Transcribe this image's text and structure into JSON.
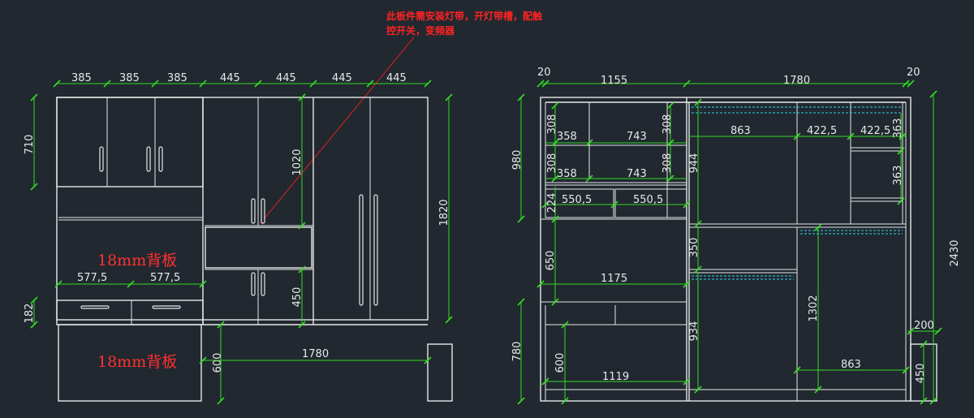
{
  "annotation": {
    "note_line1": "此板件需安装灯带，开灯带槽，配触",
    "note_line2": "控开关，变频器",
    "back_panel_label": "18mm背板"
  },
  "front_view": {
    "top_widths": [
      "385",
      "385",
      "385",
      "445",
      "445",
      "445",
      "445"
    ],
    "height_upper": "710",
    "height_total": "1820",
    "height_tall_door": "1020",
    "height_drawer": "182",
    "height_lower_door": "450",
    "drawer_widths": [
      "577,5",
      "577,5"
    ],
    "plinth_height": "600",
    "plinth_width": "1780"
  },
  "side_view": {
    "top_widths": [
      "20",
      "1155",
      "1780",
      "20"
    ],
    "left_height_upper": "980",
    "left_height_lower": "780",
    "total_height": "2430",
    "shelf_308": [
      "308",
      "308",
      "308",
      "308"
    ],
    "shelf_358": [
      "358",
      "358"
    ],
    "shelf_743": [
      "743",
      "743"
    ],
    "compartments_550": [
      "550,5",
      "550,5"
    ],
    "height_224": "224",
    "height_650": "650",
    "width_1175": "1175",
    "height_600": "600",
    "width_1119": "1119",
    "height_944": "944",
    "height_350": "350",
    "height_934": "934",
    "width_863_upper": "863",
    "width_422": [
      "422,5",
      "422,5"
    ],
    "height_363": [
      "363",
      "363"
    ],
    "height_1302": "1302",
    "width_863_lower": "863",
    "width_200": "200",
    "height_450": "450"
  }
}
